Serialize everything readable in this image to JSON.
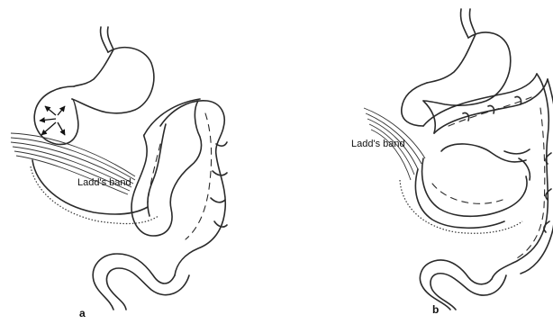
{
  "figure": {
    "panel_a": {
      "letter": "a",
      "band_label": "Ladd's band"
    },
    "panel_b": {
      "letter": "b",
      "band_label": "Ladd's band"
    }
  }
}
